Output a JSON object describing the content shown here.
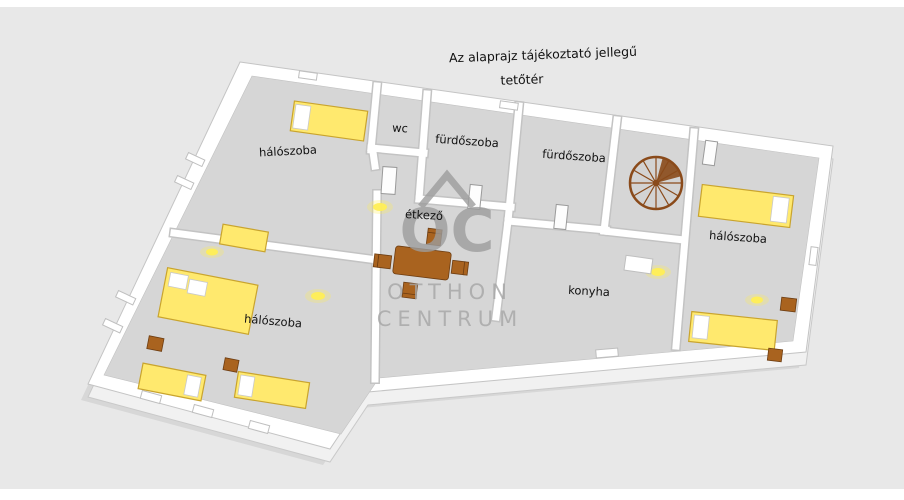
{
  "disclaimer": {
    "line1": "Az alaprajz tájékoztató jellegű",
    "line2": "tetőtér"
  },
  "watermark": {
    "monogram": "OC",
    "line1": "OTTHON",
    "line2": "CENTRUM"
  },
  "rooms": {
    "bedroom_top_left": {
      "label": "hálószoba"
    },
    "wc": {
      "label": "wc"
    },
    "bathroom_1": {
      "label": "fürdőszoba"
    },
    "bathroom_2": {
      "label": "fürdőszoba"
    },
    "dining": {
      "label": "étkező"
    },
    "kitchen": {
      "label": "konyha"
    },
    "bedroom_right": {
      "label": "hálószoba"
    },
    "bedroom_bottom_left": {
      "label": "hálószoba"
    }
  },
  "colors": {
    "background": "#e8e8e8",
    "wall": "#ffffff",
    "wall_edge": "#c4c4c4",
    "floor": "#d6d6d6",
    "bed": "#ffe96e",
    "bed_edge": "#c9a42e",
    "wood": "#a9631f",
    "stair": "#8a4a1a",
    "light": "#ffee55",
    "ink": "#111111",
    "watermark": "#9d9d9d"
  }
}
